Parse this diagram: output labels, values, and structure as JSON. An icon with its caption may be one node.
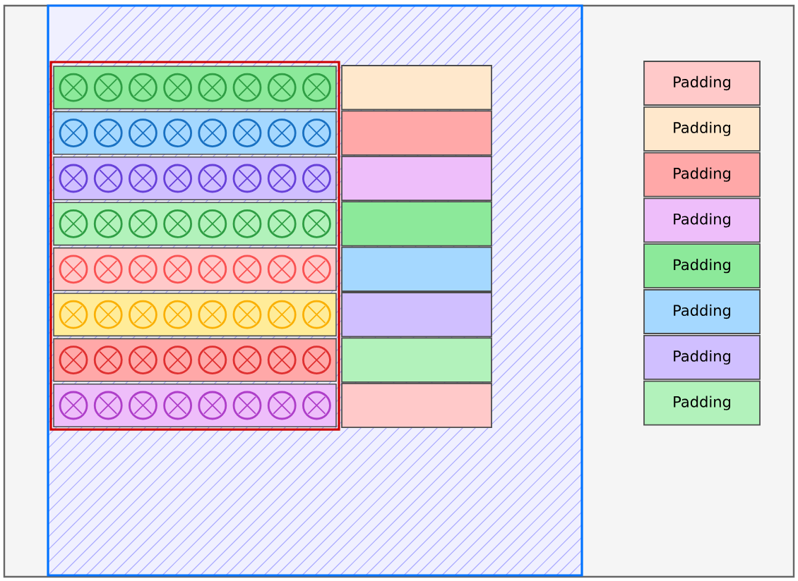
{
  "diagram": {
    "nodes": [
      {
        "text": [],
        "shape": "bar"
      },
      {
        "text": [],
        "shape": "bar"
      },
      {
        "text": [],
        "shape": "bar"
      },
      {
        "text": [],
        "shape": "bar"
      },
      {
        "text": [],
        "shape": "bar"
      },
      {
        "text": [],
        "shape": "bar"
      },
      {
        "text": [],
        "shape": "bar"
      },
      {
        "text": [],
        "shape": "bar"
      },
      {
        "text": [
          "Padding"
        ]
      },
      {
        "text": [
          "Padding"
        ]
      },
      {
        "text": [
          "Padding"
        ]
      },
      {
        "text": [
          "Padding"
        ]
      },
      {
        "text": [
          "Padding"
        ]
      },
      {
        "text": [
          "Padding"
        ]
      },
      {
        "text": [
          "Padding"
        ]
      },
      {
        "text": [
          "Padding"
        ]
      }
    ]
  }
}
